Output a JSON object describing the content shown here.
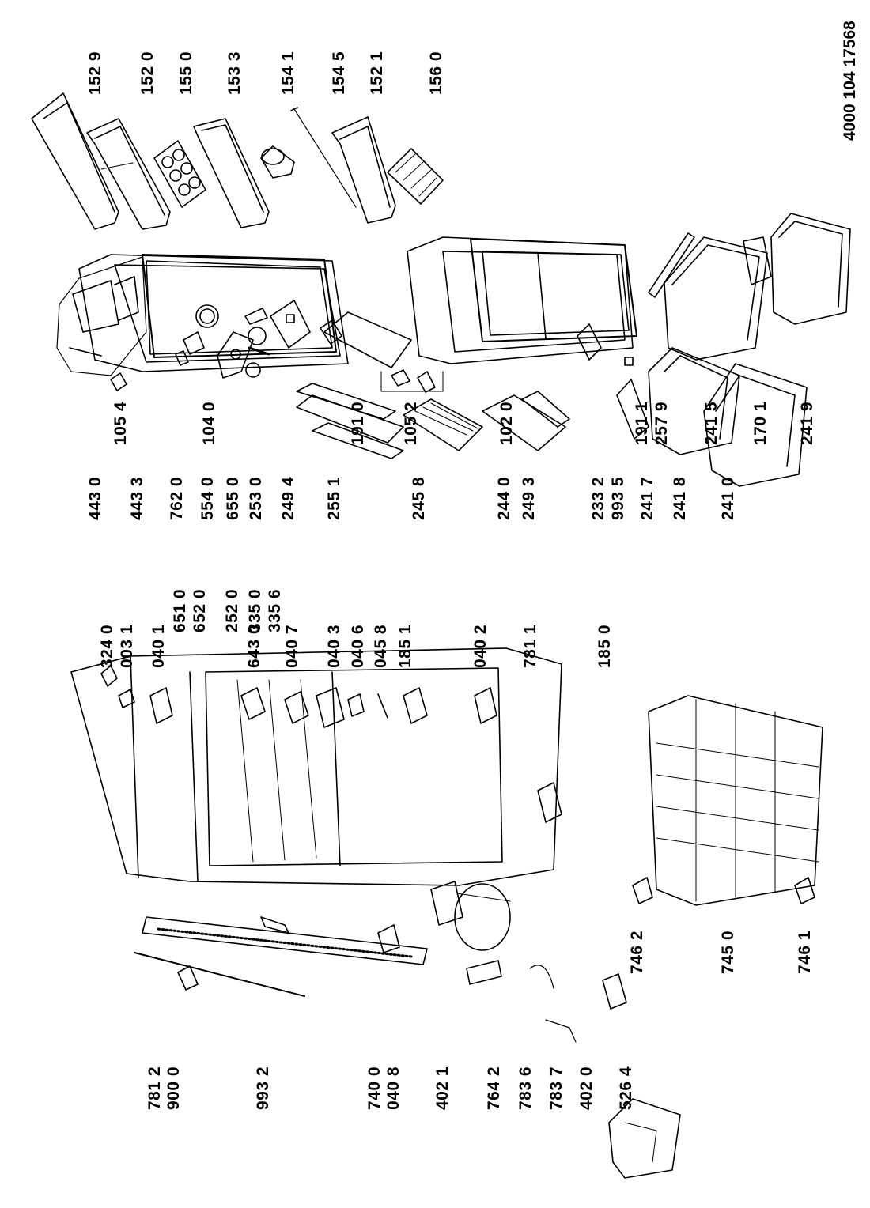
{
  "document_id": "4000 104 17568",
  "labels": {
    "l1529": "152 9",
    "l1520": "152 0",
    "l1550": "155 0",
    "l1533": "153 3",
    "l1541": "154 1",
    "l1545": "154 5",
    "l1521": "152 1",
    "l1560": "156 0",
    "l1054": "105 4",
    "l1040": "104 0",
    "l1910": "191 0",
    "l1052": "105 2",
    "l1020": "102 0",
    "l1911": "191 1",
    "l2579": "257 9",
    "l2415": "241 5",
    "l1701": "170 1",
    "l2419": "241 9",
    "l4430": "443 0",
    "l4433": "443 3",
    "l7620": "762 0",
    "l5540": "554 0",
    "l6550": "655 0",
    "l2530": "253 0",
    "l2494": "249 4",
    "l2551": "255 1",
    "l2458": "245 8",
    "l2440": "244 0",
    "l2493": "249 3",
    "l2332": "233 2",
    "l9935": "993 5",
    "l2417": "241 7",
    "l2418": "241 8",
    "l2410": "241 0",
    "l6510": "651 0",
    "l6520": "652 0",
    "l2520": "252 0",
    "l3350": "335 0",
    "l3356": "335 6",
    "l3240": "324 0",
    "l0031": "003 1",
    "l0401": "040 1",
    "l6430": "643 0",
    "l0407": "040 7",
    "l0403": "040 3",
    "l0406": "040 6",
    "l0458": "045 8",
    "l1851": "185 1",
    "l0402": "040 2",
    "l7811": "781 1",
    "l1850": "185 0",
    "l7462": "746 2",
    "l7450": "745 0",
    "l7461": "746 1",
    "l7812": "781 2",
    "l9000": "900 0",
    "l9932": "993 2",
    "l7400": "740 0",
    "l0408": "040 8",
    "l4021": "402 1",
    "l7642": "764 2",
    "l7836": "783 6",
    "l7837": "783 7",
    "l4020": "402 0",
    "l5264": "526 4"
  }
}
